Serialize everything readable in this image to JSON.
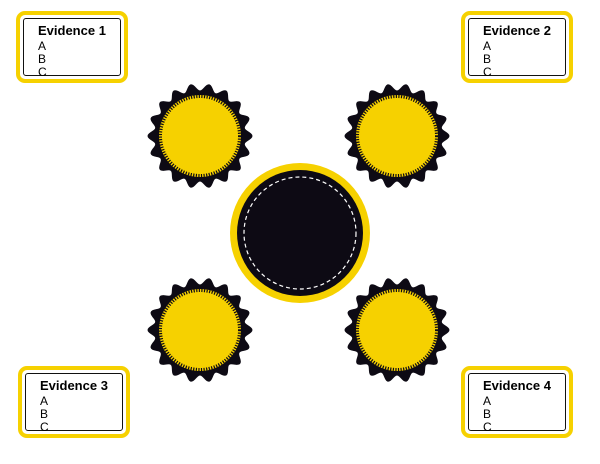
{
  "colors": {
    "accent": "#f6d100",
    "dark": "#0d0a14",
    "white": "#ffffff"
  },
  "center": {
    "shape": "dark-circle-with-dashed-ring"
  },
  "satellites": [
    {
      "name": "top-left",
      "shape": "scalloped-badge"
    },
    {
      "name": "top-right",
      "shape": "scalloped-badge"
    },
    {
      "name": "bottom-left",
      "shape": "scalloped-badge"
    },
    {
      "name": "bottom-right",
      "shape": "scalloped-badge"
    }
  ],
  "evidence": [
    {
      "title": "Evidence 1",
      "items": [
        "A",
        "B",
        "C"
      ]
    },
    {
      "title": "Evidence 2",
      "items": [
        "A",
        "B",
        "C"
      ]
    },
    {
      "title": "Evidence 3",
      "items": [
        "A",
        "B",
        "C"
      ]
    },
    {
      "title": "Evidence 4",
      "items": [
        "A",
        "B",
        "C"
      ]
    }
  ]
}
